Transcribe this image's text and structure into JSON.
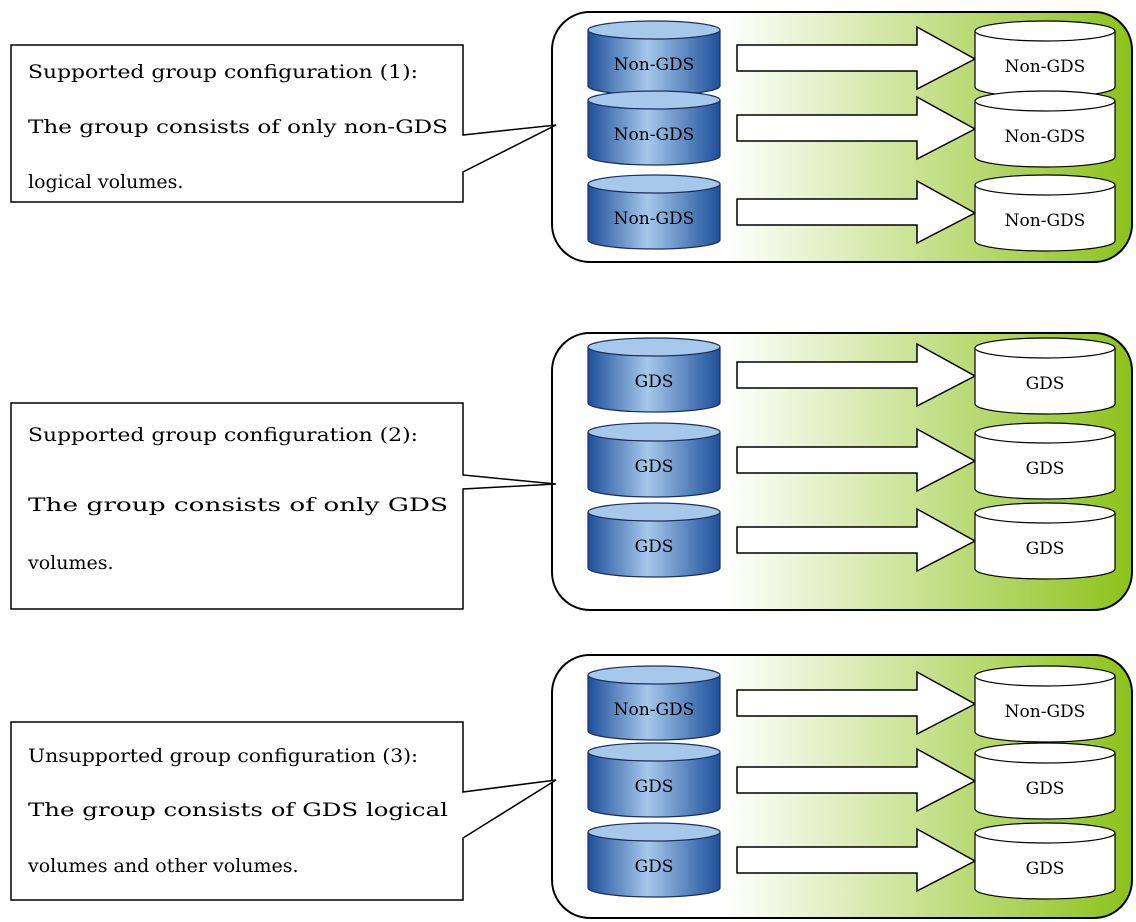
{
  "colors": {
    "panel_fill_start": "#ffffff",
    "panel_fill_end": "#8cc21a",
    "panel_stroke": "#000000",
    "source_cylinder_light": "#a6c8ea",
    "source_cylinder_dark": "#1d4f9a",
    "target_cylinder": "#ffffff",
    "arrow_fill": "#ffffff"
  },
  "groups": [
    {
      "callout": {
        "lines": [
          "Supported group configuration (1):",
          "The group consists of only non-GDS",
          "logical volumes."
        ]
      },
      "rows": [
        {
          "source": "Non-GDS",
          "target": "Non-GDS"
        },
        {
          "source": "Non-GDS",
          "target": "Non-GDS"
        },
        {
          "source": "Non-GDS",
          "target": "Non-GDS"
        }
      ]
    },
    {
      "callout": {
        "lines": [
          "Supported group configuration (2):",
          "The group consists of only GDS",
          "volumes."
        ]
      },
      "rows": [
        {
          "source": "GDS",
          "target": "GDS"
        },
        {
          "source": "GDS",
          "target": "GDS"
        },
        {
          "source": "GDS",
          "target": "GDS"
        }
      ]
    },
    {
      "callout": {
        "lines": [
          "Unsupported group configuration (3):",
          "The group consists of GDS logical",
          "volumes and other volumes."
        ]
      },
      "rows": [
        {
          "source": "Non-GDS",
          "target": "Non-GDS"
        },
        {
          "source": "GDS",
          "target": "GDS"
        },
        {
          "source": "GDS",
          "target": "GDS"
        }
      ]
    }
  ]
}
